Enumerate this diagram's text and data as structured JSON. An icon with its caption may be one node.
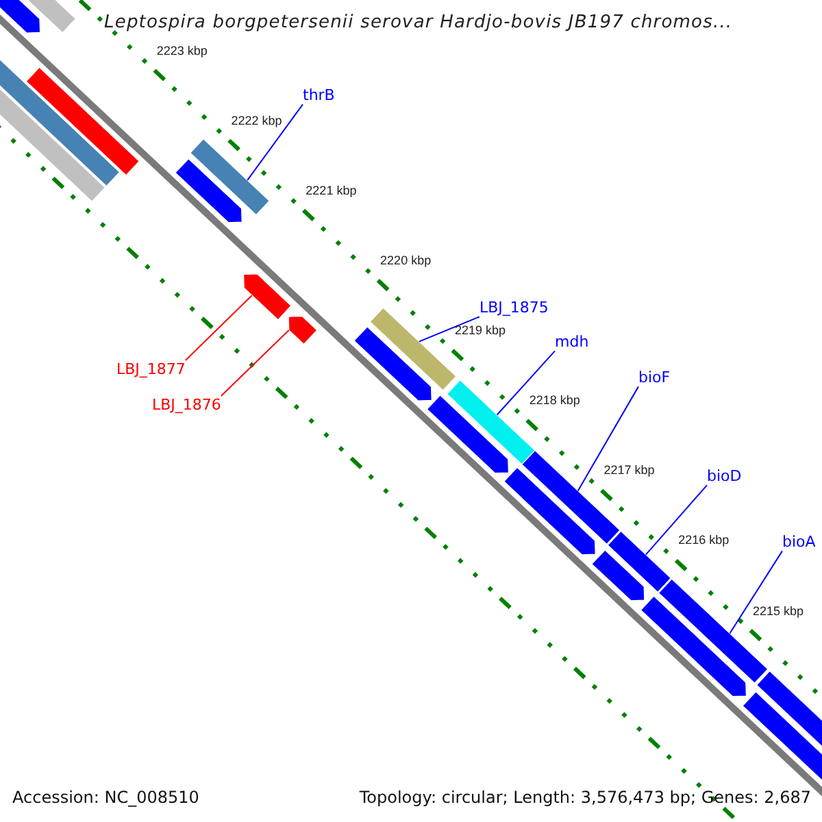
{
  "diagram": {
    "title": "Leptospira borgpetersenii serovar Hardjo-bovis JB197 chromos...",
    "nodes": [
      {
        "text": [
          "thrB"
        ]
      },
      {
        "text": [],
        "shape": "bar"
      },
      {
        "text": [
          "LBJ_1875"
        ]
      },
      {
        "text": [],
        "shape": "bar"
      },
      {
        "text": [
          "mdh"
        ]
      },
      {
        "text": [],
        "shape": "bar"
      },
      {
        "text": [
          "bioF"
        ]
      },
      {
        "text": [],
        "shape": "bar"
      },
      {
        "text": [
          "bioD"
        ]
      },
      {
        "text": [],
        "shape": "bar"
      },
      {
        "text": [
          "bioA"
        ]
      },
      {
        "text": [],
        "shape": "bar"
      },
      {
        "text": [
          "LBJ_1877"
        ]
      },
      {
        "text": [],
        "shape": "arrow"
      },
      {
        "text": [
          "LBJ_1876"
        ]
      },
      {
        "text": [],
        "shape": "arrow"
      },
      {
        "text": [],
        "shape": "arrow"
      },
      {
        "text": [],
        "shape": "bar"
      },
      {
        "text": [],
        "shape": "bar"
      },
      {
        "text": [],
        "shape": "bar"
      },
      {
        "text": [],
        "shape": "bar"
      },
      {
        "text": [],
        "shape": "arrow"
      },
      {
        "text": [],
        "shape": "arrow"
      },
      {
        "text": [],
        "shape": "arrow"
      },
      {
        "text": [],
        "shape": "arrow"
      },
      {
        "text": [],
        "shape": "arrow"
      },
      {
        "text": [],
        "shape": "arrow"
      },
      {
        "text": [],
        "shape": "arrow"
      },
      {
        "text": [],
        "shape": "bar"
      }
    ],
    "edges": [
      {
        "from": 0,
        "to": 1,
        "arrow": "none"
      },
      {
        "from": 2,
        "to": 3,
        "arrow": "none"
      },
      {
        "from": 4,
        "to": 5,
        "arrow": "none"
      },
      {
        "from": 6,
        "to": 7,
        "arrow": "none"
      },
      {
        "from": 8,
        "to": 9,
        "arrow": "none"
      },
      {
        "from": 10,
        "to": 11,
        "arrow": "none"
      },
      {
        "from": 12,
        "to": 13,
        "arrow": "none",
        "color": "#ff0000"
      },
      {
        "from": 14,
        "to": 15,
        "arrow": "none",
        "color": "#ff0000"
      }
    ],
    "labels": [
      "2223 kbp",
      "2222 kbp",
      "2221 kbp",
      "2220 kbp",
      "2219 kbp",
      "2218 kbp",
      "2217 kbp",
      "2216 kbp",
      "2215 kbp",
      "Accession: NC_008510",
      "Topology: circular; Length: 3,576,473 bp; Genes: 2,687"
    ]
  }
}
